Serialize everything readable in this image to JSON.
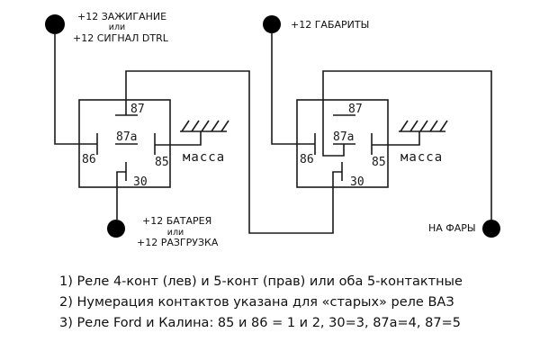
{
  "diagram": {
    "terminals": {
      "ignition": {
        "line1": "+12 ЗАЖИГАНИЕ",
        "or": "или",
        "line2": "+12 СИГНАЛ DTRL"
      },
      "battery": {
        "line1": "+12 БАТАРЕЯ",
        "or": "или",
        "line2": "+12 РАЗГРУЗКА"
      },
      "parking_lights": {
        "label": "+12 ГАБАРИТЫ"
      },
      "headlights": {
        "label": "НА ФАРЫ"
      }
    },
    "relays": [
      {
        "name": "left",
        "pins": {
          "p87": "87",
          "p87a": "87a",
          "p86": "86",
          "p85": "85",
          "p30": "30"
        },
        "ground_label": "масса"
      },
      {
        "name": "right",
        "pins": {
          "p87": "87",
          "p87a": "87a",
          "p86": "86",
          "p85": "85",
          "p30": "30"
        },
        "ground_label": "масса"
      }
    ]
  },
  "notes": [
    "1) Реле 4-конт (лев) и 5-конт (прав) или оба 5-контактные",
    "2) Нумерация контактов указана для «старых» реле ВАЗ",
    "3) Реле Ford и Калина: 85 и 86 = 1 и 2, 30=3, 87a=4, 87=5"
  ]
}
